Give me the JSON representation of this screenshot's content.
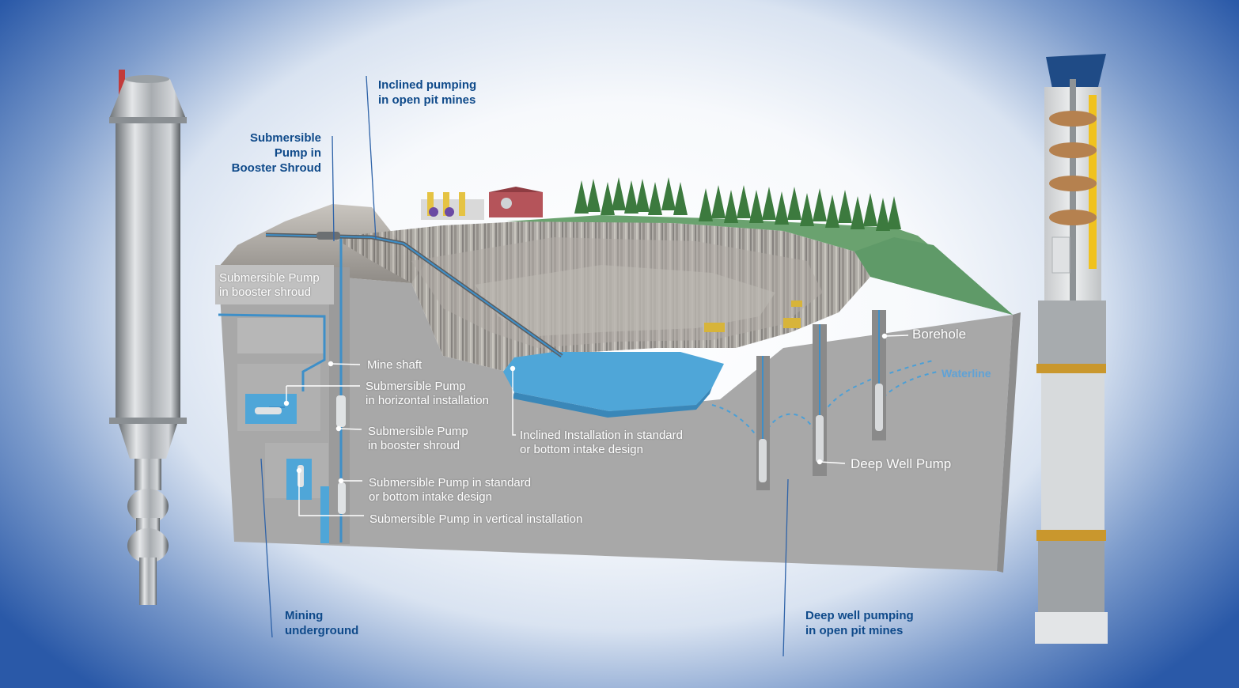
{
  "callouts": {
    "inclined": [
      "Inclined pumping",
      "in open pit mines"
    ],
    "booster": [
      "Submersible",
      "Pump in",
      "Booster Shroud"
    ],
    "underground": [
      "Mining",
      "underground"
    ],
    "deepwell": [
      "Deep well pumping",
      "in open pit mines"
    ]
  },
  "labels": {
    "shroud_box": [
      "Submersible Pump",
      "in booster shroud"
    ],
    "mine_shaft": "Mine shaft",
    "horizontal": [
      "Submersible Pump",
      "in horizontal installation"
    ],
    "booster_shroud": [
      "Submersible Pump",
      "in booster shroud"
    ],
    "inclined_install": [
      "Inclined Installation in standard",
      "or bottom intake design"
    ],
    "standard_intake": [
      "Submersible Pump in standard",
      "or bottom intake design"
    ],
    "vertical": "Submersible Pump in vertical installation",
    "borehole": "Borehole",
    "waterline": "Waterline",
    "deep_well_pump": "Deep Well Pump"
  },
  "colors": {
    "callout_text": "#0f4a8a",
    "water": "#4fa6d8",
    "ground": "#a3a3a3",
    "grass": "#5f9a68",
    "trees": "#3c7a3e",
    "rock": "#b5b2ad",
    "pump_steel": "#c9cccf",
    "pump_bronze": "#b5814f"
  }
}
